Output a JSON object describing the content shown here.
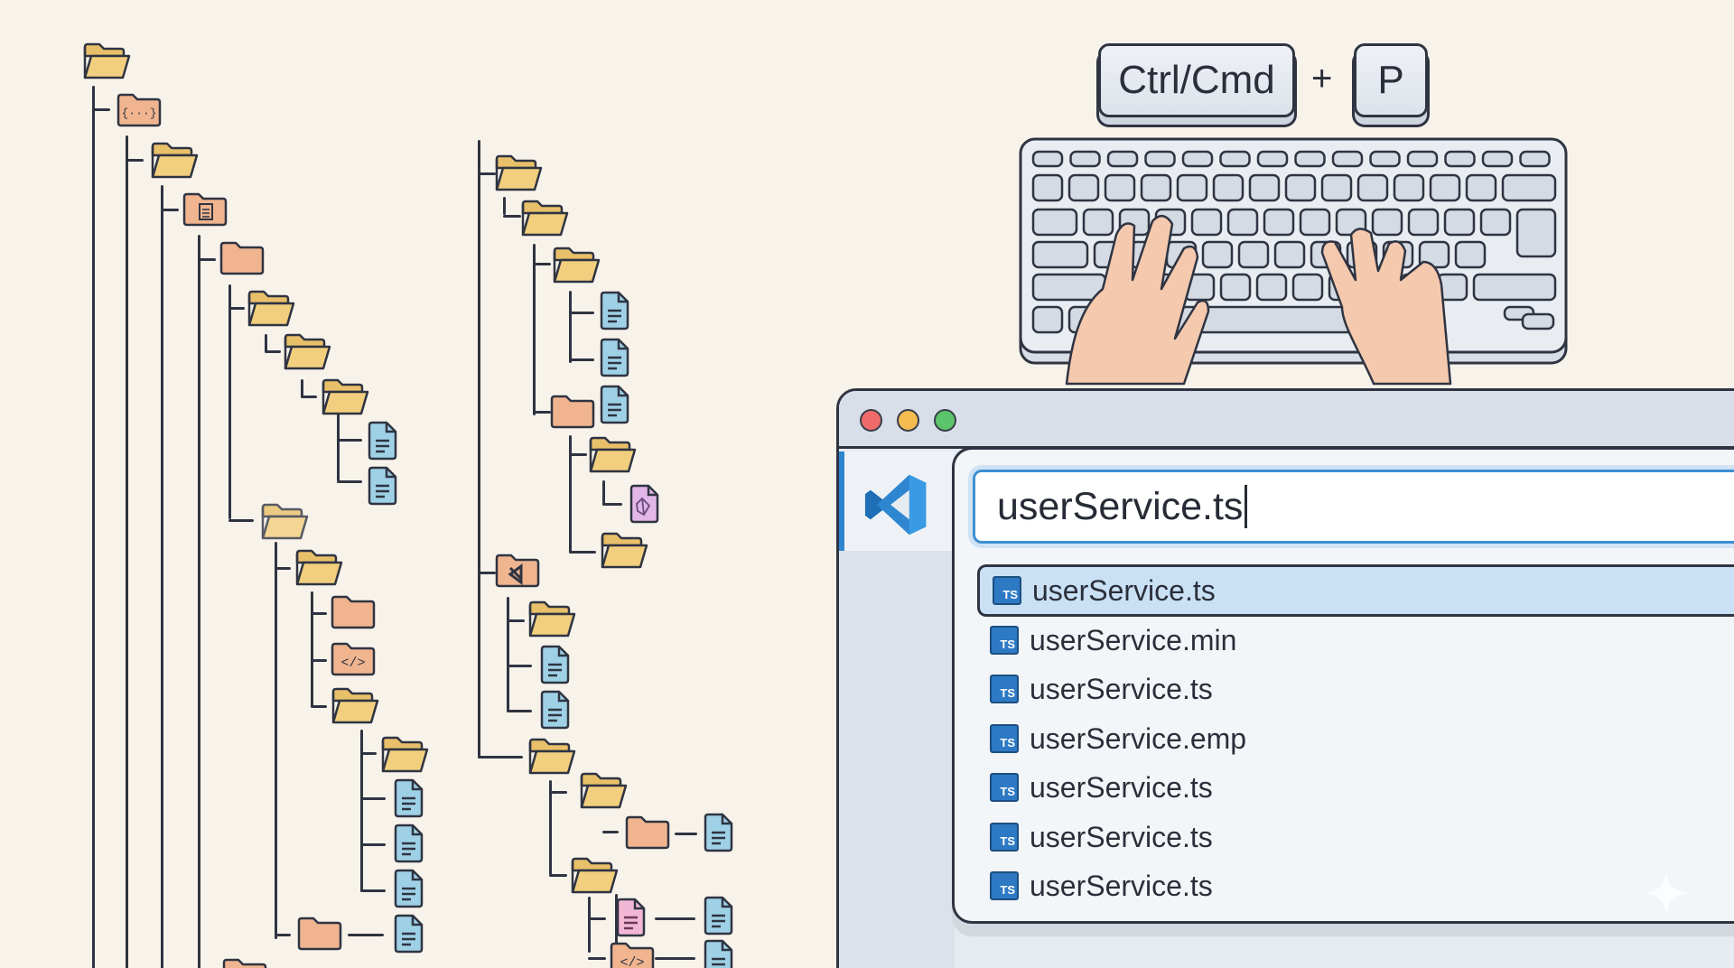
{
  "shortcut": {
    "modifier_key": "Ctrl/Cmd",
    "plus": "+",
    "letter_key": "P"
  },
  "window": {
    "controls": [
      {
        "name": "close",
        "color": "#ee6b69"
      },
      {
        "name": "minimize",
        "color": "#f5bd4f"
      },
      {
        "name": "maximize",
        "color": "#5cc46a"
      }
    ],
    "sidebar": {
      "active_icon": "vscode-logo-icon",
      "accent_color": "#2f86d0"
    }
  },
  "quick_open": {
    "search_value": "userService.ts",
    "results": [
      {
        "icon": "TS",
        "label": "userService.ts",
        "selected": true
      },
      {
        "icon": "TS",
        "label": "userService.min",
        "selected": false
      },
      {
        "icon": "TS",
        "label": "userService.ts",
        "selected": false
      },
      {
        "icon": "TS",
        "label": "userService.emp",
        "selected": false
      },
      {
        "icon": "TS",
        "label": "userService.ts",
        "selected": false
      },
      {
        "icon": "TS",
        "label": "userService.ts",
        "selected": false
      },
      {
        "icon": "TS",
        "label": "userService.ts",
        "selected": false
      }
    ]
  },
  "colors": {
    "background": "#f8f3ea",
    "folder_yellow": "#f2cf7e",
    "folder_orange": "#f0b58f",
    "folder_brown": "#c9a08c",
    "file_blue": "#9fd1e6",
    "file_pink": "#f3b7d6",
    "file_purple": "#e2b6e6",
    "accent_blue": "#2f86d0",
    "selection": "#c9e0f5"
  },
  "file_tree_icons": {
    "left_tree": [
      "folder-open",
      "folder-braces",
      "folder-open",
      "folder-document",
      "folder",
      "folder-open",
      "folder-open",
      "folder-open",
      "file",
      "file",
      "folder-open",
      "folder-open",
      "folder",
      "folder-code",
      "folder-open",
      "folder-open",
      "file",
      "file",
      "file",
      "folder",
      "file"
    ],
    "middle_tree": [
      "folder-open",
      "folder-open",
      "folder-open",
      "file",
      "file",
      "folder",
      "file",
      "folder-open",
      "file-image",
      "folder-open",
      "folder-vscode",
      "folder-open",
      "file",
      "file",
      "folder-open",
      "folder-open",
      "folder",
      "file",
      "folder-open",
      "file-pink",
      "file",
      "folder-code",
      "file"
    ]
  }
}
